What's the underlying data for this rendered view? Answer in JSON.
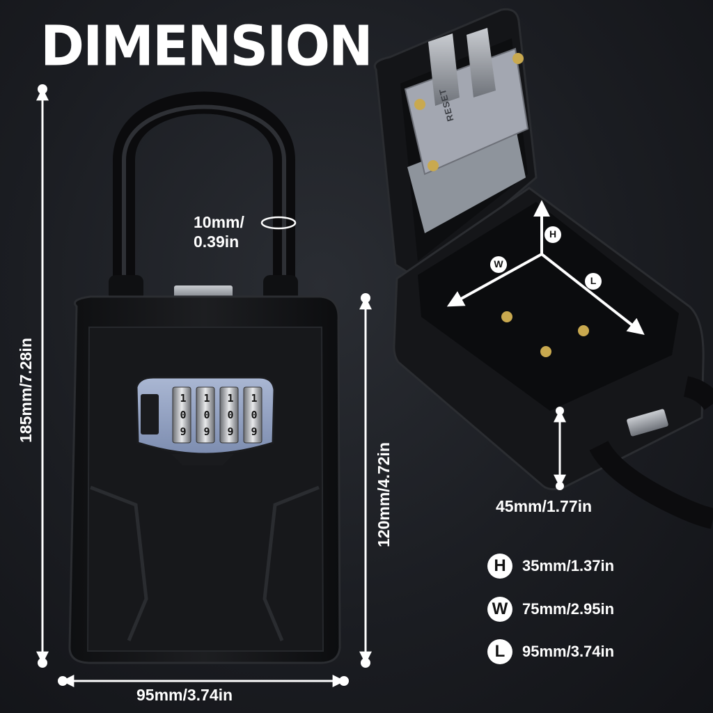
{
  "title": "DIMENSION",
  "dimensions": {
    "shackle_thickness_line1": "10mm/",
    "shackle_thickness_line2": "0.39in",
    "total_height": "185mm/7.28in",
    "body_height": "120mm/4.72in",
    "width": "95mm/3.74in",
    "lid_depth": "45mm/1.77in"
  },
  "interior_axes": {
    "h": "H",
    "w": "W",
    "l": "L"
  },
  "legend": [
    {
      "key": "H",
      "value": "35mm/1.37in"
    },
    {
      "key": "W",
      "value": "75mm/2.95in"
    },
    {
      "key": "L",
      "value": "95mm/3.74in"
    }
  ],
  "dial_digits": [
    "1",
    "0",
    "9"
  ],
  "reset_label": "RESET",
  "colors": {
    "background": "#1b1d22",
    "body": "#16171a",
    "window": "#8f9fbf",
    "reset_block": "#a3a7b1",
    "text": "#ffffff"
  }
}
